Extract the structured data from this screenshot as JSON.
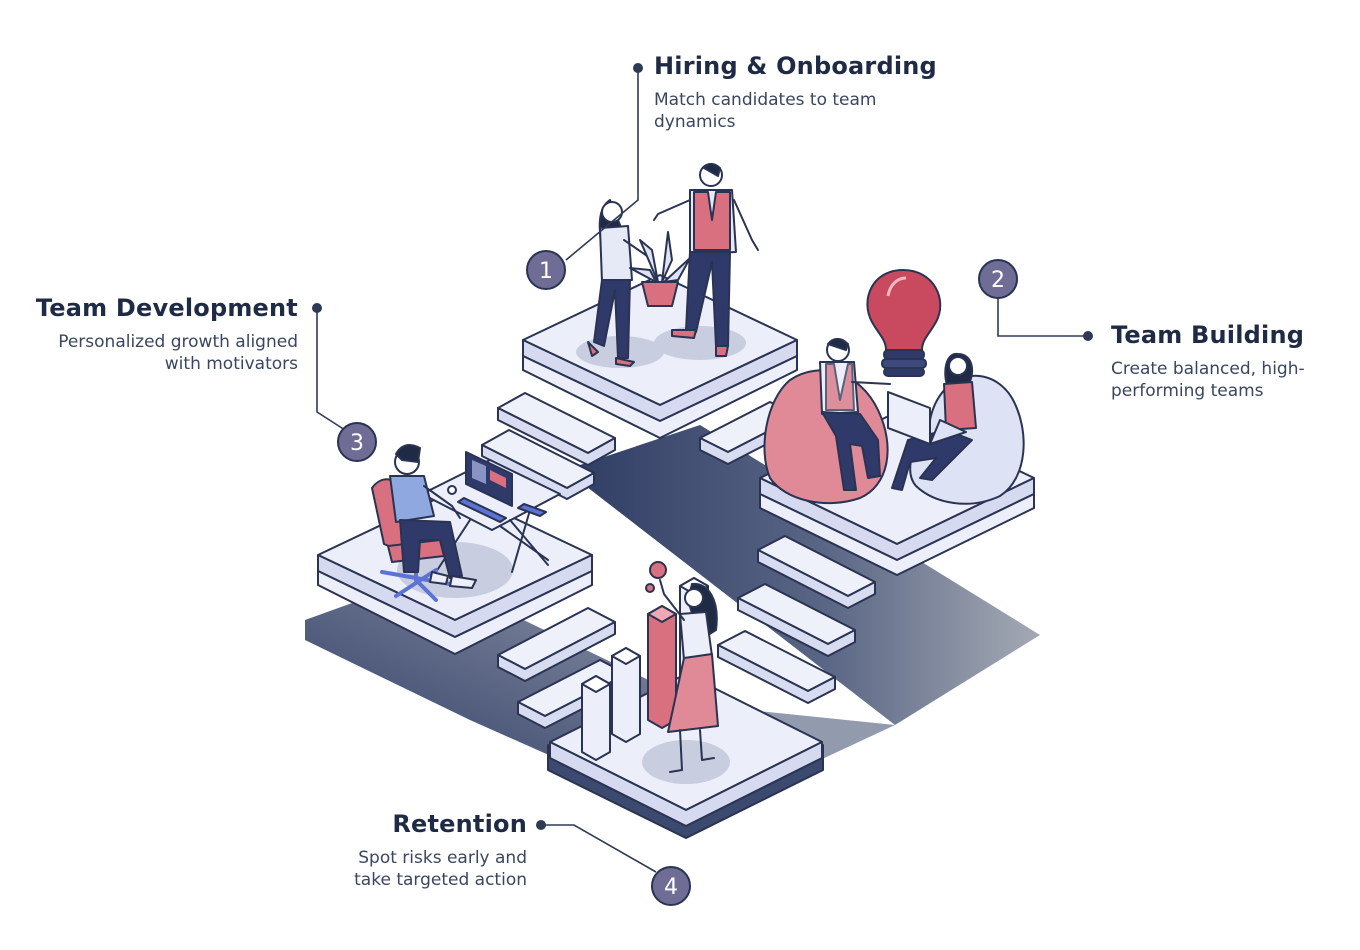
{
  "steps": [
    {
      "number": "1",
      "title": "Hiring & Onboarding",
      "description": "Match candidates to team dynamics"
    },
    {
      "number": "2",
      "title": "Team Building",
      "description": "Create balanced, high-performing teams"
    },
    {
      "number": "3",
      "title": "Team Development",
      "description": "Personalized growth aligned with motivators"
    },
    {
      "number": "4",
      "title": "Retention",
      "description": "Spot risks early and take targeted action"
    }
  ],
  "colors": {
    "ink": "#1f2a44",
    "badge": "#6f6d96",
    "accent": "#d9707f",
    "platform": "#e9ecf8",
    "shadow": "#3c4a70"
  },
  "icons": [
    "lightbulb-icon",
    "laptop-icon",
    "monitor-icon",
    "bar-chart-icon",
    "plant-icon",
    "desk-chair-icon"
  ]
}
